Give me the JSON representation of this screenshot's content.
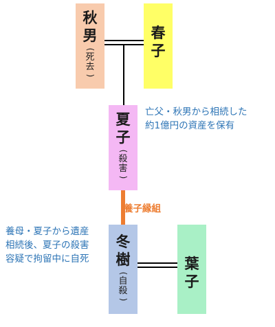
{
  "persons": {
    "akio": {
      "name": [
        "秋",
        "男"
      ],
      "note": [
        "死",
        "去"
      ]
    },
    "haruko": {
      "name": [
        "春",
        "子"
      ]
    },
    "natsuko": {
      "name": [
        "夏",
        "子"
      ],
      "note": [
        "殺",
        "害"
      ]
    },
    "fuyuki": {
      "name": [
        "冬",
        "樹"
      ],
      "note": [
        "自",
        "殺"
      ]
    },
    "yoko": {
      "name": [
        "葉",
        "子"
      ]
    }
  },
  "annotations": {
    "natsuko_inheritance": "亡父・秋男から相続した\n約1億円の資産を保有",
    "fuyuki_fate": "養母・夏子から遺産\n相続後、夏子の殺害\n容疑で拘留中に自死"
  },
  "relations": {
    "adoption_label": "養子縁組"
  },
  "colors": {
    "akio": "#f8cbad",
    "haruko": "#ffff66",
    "natsuko": "#f4b8f4",
    "fuyuki": "#b4c7e7",
    "yoko": "#a9f0c6",
    "annotation_text": "#2e75b6",
    "adoption_line": "#ed7d31"
  }
}
